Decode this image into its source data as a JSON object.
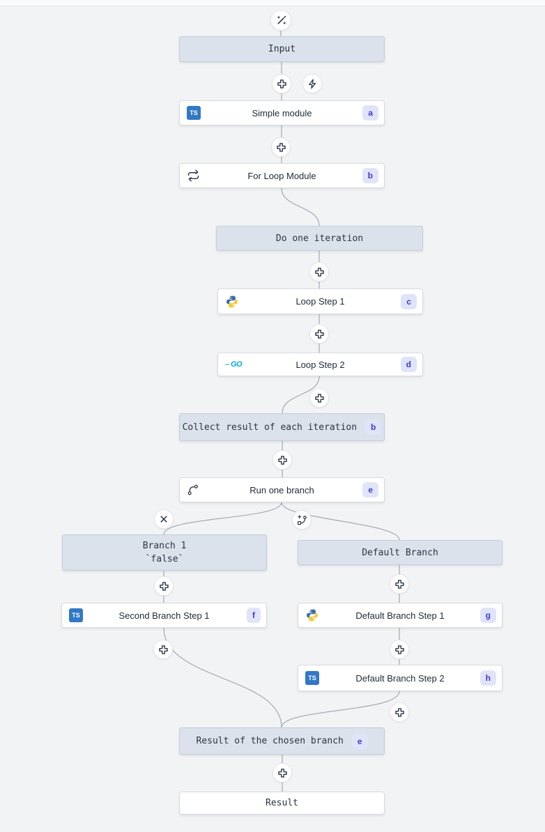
{
  "nodes": {
    "input": {
      "label": "Input"
    },
    "simple_module": {
      "label": "Simple module",
      "badge": "a",
      "icon": "typescript-icon"
    },
    "for_loop_module": {
      "label": "For Loop Module",
      "badge": "b",
      "icon": "repeat-icon"
    },
    "do_one_iteration": {
      "label": "Do one iteration"
    },
    "loop_step_1": {
      "label": "Loop Step 1",
      "badge": "c",
      "icon": "python-icon"
    },
    "loop_step_2": {
      "label": "Loop Step 2",
      "badge": "d",
      "icon": "go-icon"
    },
    "collect_result": {
      "label": "Collect result of each iteration",
      "badge": "b"
    },
    "run_one_branch": {
      "label": "Run one branch",
      "badge": "e",
      "icon": "git-branch-icon"
    },
    "branch_1": {
      "label": "Branch 1",
      "condition": "`false`"
    },
    "default_branch": {
      "label": "Default Branch"
    },
    "second_branch_step_1": {
      "label": "Second Branch Step 1",
      "badge": "f",
      "icon": "typescript-icon"
    },
    "default_branch_step_1": {
      "label": "Default Branch Step 1",
      "badge": "g",
      "icon": "python-icon"
    },
    "default_branch_step_2": {
      "label": "Default Branch Step 2",
      "badge": "h",
      "icon": "typescript-icon"
    },
    "result_of_chosen_branch": {
      "label": "Result of the chosen branch",
      "badge": "e"
    },
    "result": {
      "label": "Result"
    }
  },
  "icons": {
    "typescript_badge": "TS",
    "go_badge": "GO",
    "buttons": {
      "ai_builder": "wand-sparkles-icon",
      "add_step": "plus-icon",
      "add_trigger": "zap-icon",
      "remove_branch": "x-icon",
      "add_branch": "branch-plus-icon"
    }
  },
  "colors": {
    "canvas_background": "#f2f3f5",
    "header_node_background": "#dbe2ec",
    "header_node_border": "#c2cdda",
    "step_node_background": "#ffffff",
    "step_node_border": "#d8dbdf",
    "badge_background": "#e0e4f9",
    "badge_text": "#4338ca",
    "connector": "#9ca3af",
    "icon_stroke": "#2d3848",
    "typescript_blue": "#3178c6",
    "python_blue": "#3b6ca8",
    "python_yellow": "#f4ca3c",
    "go_cyan": "#00acd7"
  }
}
